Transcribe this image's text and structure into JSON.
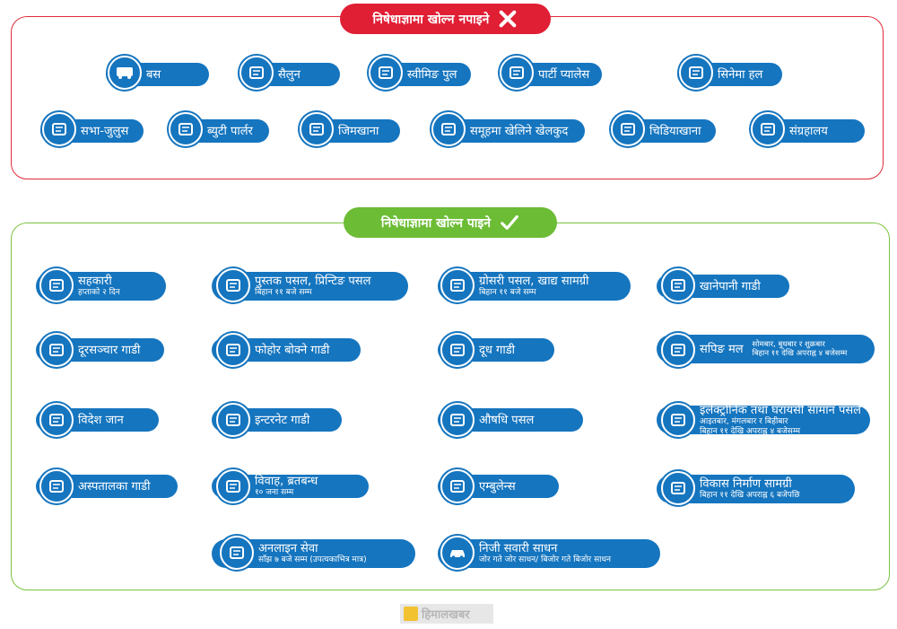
{
  "closed_section": {
    "title": "निषेधाज्ञामा खोल्न नपाइने",
    "icon": "close-x-icon",
    "items": [
      {
        "label": "बस",
        "icon": "bus-icon"
      },
      {
        "label": "सैलुन",
        "icon": "salon-icon"
      },
      {
        "label": "स्वीमिङ पुल",
        "icon": "swimming-pool-icon"
      },
      {
        "label": "पार्टी प्यालेस",
        "icon": "party-palace-icon"
      },
      {
        "label": "सिनेमा हल",
        "icon": "cinema-icon"
      },
      {
        "label": "सभा-जुलुस",
        "icon": "crowd-icon"
      },
      {
        "label": "ब्युटी पार्लर",
        "icon": "beauty-parlour-icon"
      },
      {
        "label": "जिमखाना",
        "icon": "gym-icon"
      },
      {
        "label": "समूहमा खेलिने खेलकुद",
        "icon": "group-sports-icon"
      },
      {
        "label": "चिडियाखाना",
        "icon": "zoo-icon"
      },
      {
        "label": "संग्रहालय",
        "icon": "museum-icon"
      }
    ]
  },
  "open_section": {
    "title": "निषेधाज्ञामा खोल्न पाइने",
    "icon": "check-icon",
    "items": [
      {
        "label": "सहकारी",
        "sub": "हप्ताको २ दिन",
        "icon": "cooperative-icon"
      },
      {
        "label": "पुस्तक पसल, प्रिन्टिङ पसल",
        "sub": "बिहान ११ बजे सम्म",
        "icon": "bookshop-icon"
      },
      {
        "label": "ग्रोसरी पसल, खाद्य सामग्री",
        "sub": "बिहान ११ बजे सम्म",
        "icon": "grocery-icon"
      },
      {
        "label": "खानेपानी गाडी",
        "icon": "water-tanker-icon"
      },
      {
        "label": "दूरसञ्चार गाडी",
        "icon": "telecom-vehicle-icon"
      },
      {
        "label": "फोहोर बोक्ने गाडी",
        "icon": "garbage-truck-icon"
      },
      {
        "label": "दूध गाडी",
        "icon": "milk-vehicle-icon"
      },
      {
        "label": "सपिङ मल",
        "side1": "सोमबार, बुधबार र शुक्रबार",
        "side2": "बिहान ११ देखि अपराह्न ४ बजेसम्म",
        "icon": "shopping-mall-icon"
      },
      {
        "label": "विदेश जान",
        "icon": "passport-icon"
      },
      {
        "label": "इन्टरनेट गाडी",
        "icon": "internet-vehicle-icon"
      },
      {
        "label": "औषधि पसल",
        "icon": "pharmacy-icon"
      },
      {
        "label": "इलेक्ट्रोनिक तथा घरायसी सामान पसल",
        "sub": "आइतबार, मंगलबार र बिहीबार",
        "sub2": "बिहान ११ देखि अपराह्न ४ बजेसम्म",
        "icon": "electronics-shop-icon"
      },
      {
        "label": "अस्पतालका गाडी",
        "icon": "hospital-vehicle-icon"
      },
      {
        "label": "विवाह, ब्रतबन्ध",
        "sub": "१० जना सम्म",
        "icon": "wedding-rings-icon"
      },
      {
        "label": "एम्बुलेन्स",
        "icon": "ambulance-icon"
      },
      {
        "label": "विकास निर्माण सामग्री",
        "sub": "बिहान ११ देखि अपराह्न ६ बजेपछि",
        "icon": "construction-store-icon"
      },
      {
        "label": "अनलाइन सेवा",
        "sub": "साँझ ७ बजे सम्म (उपत्यकाभित्र मात्र)",
        "icon": "mobile-phone-icon"
      },
      {
        "label": "निजी सवारी साधन",
        "sub": "जोर गते जोर साधन/ बिजोर गते बिजोर साधन",
        "icon": "car-icon"
      }
    ]
  },
  "footer": {
    "brand": "हिमालखबर",
    "icon": "himalkhabar-logo-icon"
  },
  "colors": {
    "closed": "#e01e34",
    "open": "#6cbc35",
    "pill": "#1575bf"
  }
}
